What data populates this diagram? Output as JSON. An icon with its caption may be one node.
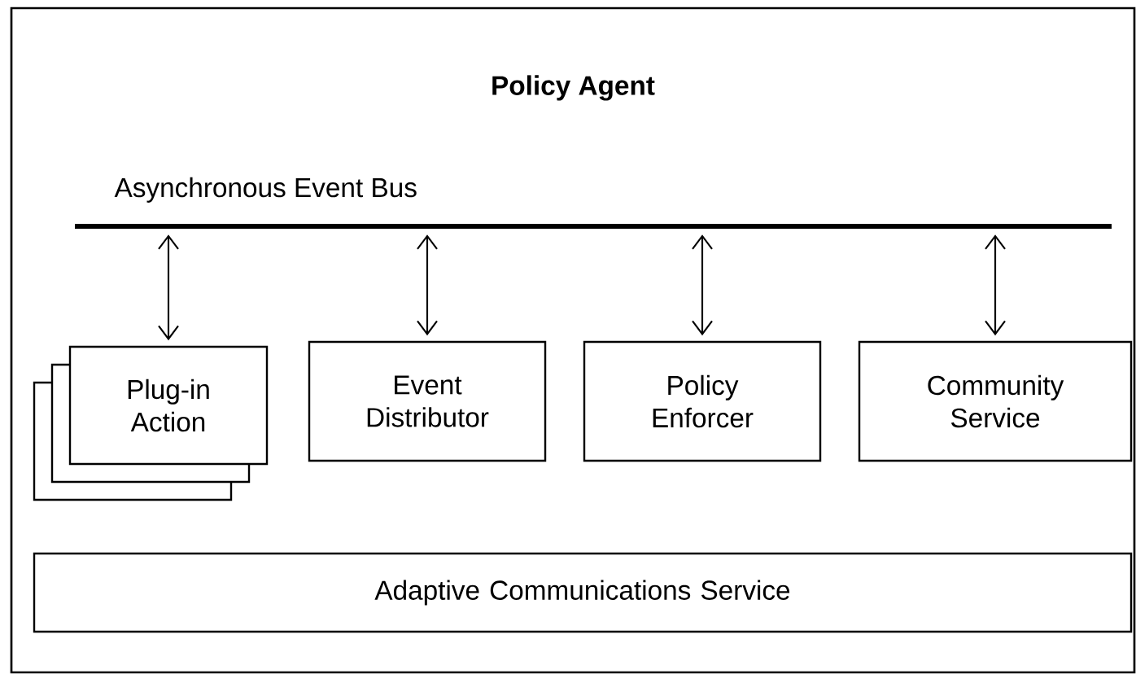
{
  "diagram": {
    "nodes": [
      {
        "text": [
          "Policy Agent"
        ]
      },
      {
        "text": [
          "Asynchronous Event Bus"
        ],
        "in": 0
      },
      {
        "text": [
          "Plug-in Action"
        ],
        "in": 0
      },
      {
        "text": [
          "Event Distributor"
        ],
        "in": 0
      },
      {
        "text": [
          "Policy Enforcer"
        ],
        "in": 0
      },
      {
        "text": [
          "Community Service"
        ],
        "in": 0
      },
      {
        "text": [
          "Adaptive Communications Service"
        ],
        "in": 0
      }
    ],
    "edges": [
      {
        "from": 1,
        "to": 2,
        "arrow": "both"
      },
      {
        "from": 1,
        "to": 3,
        "arrow": "both"
      },
      {
        "from": 1,
        "to": 4,
        "arrow": "both"
      },
      {
        "from": 1,
        "to": 5,
        "arrow": "both"
      }
    ]
  }
}
